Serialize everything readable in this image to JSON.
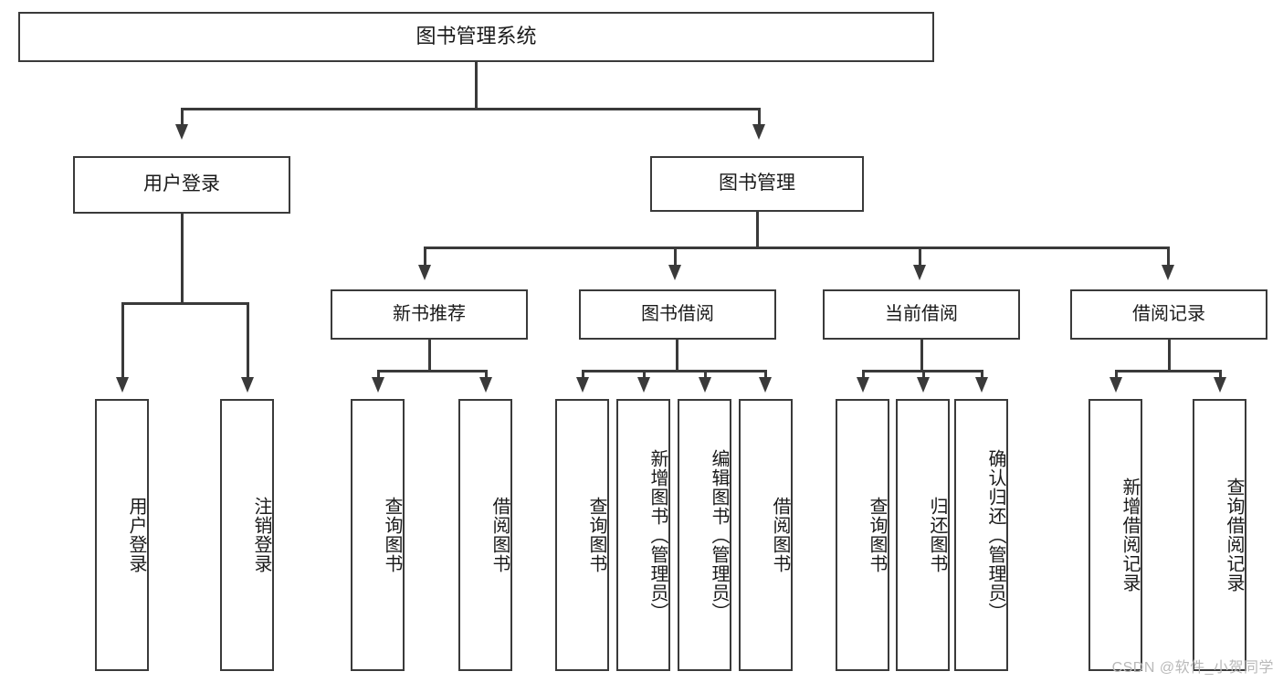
{
  "diagram": {
    "type": "tree-hierarchy-chart",
    "title": "图书管理系统",
    "root": {
      "label": "图书管理系统"
    },
    "level1": [
      {
        "id": "user-login",
        "label": "用户登录"
      },
      {
        "id": "book-management",
        "label": "图书管理"
      }
    ],
    "level2": [
      {
        "id": "new-book-recommend",
        "label": "新书推荐",
        "parent": "book-management"
      },
      {
        "id": "book-borrow",
        "label": "图书借阅",
        "parent": "book-management"
      },
      {
        "id": "current-borrow",
        "label": "当前借阅",
        "parent": "book-management"
      },
      {
        "id": "borrow-record",
        "label": "借阅记录",
        "parent": "book-management"
      }
    ],
    "leaves": {
      "user-login": [
        {
          "id": "leaf-user-login",
          "label": "用户登录"
        },
        {
          "id": "leaf-user-logout",
          "label": "注销登录"
        }
      ],
      "new-book-recommend": [
        {
          "id": "leaf-query-book-1",
          "label": "查询图书"
        },
        {
          "id": "leaf-borrow-book-1",
          "label": "借阅图书"
        }
      ],
      "book-borrow": [
        {
          "id": "leaf-query-book-2",
          "label": "查询图书"
        },
        {
          "id": "leaf-add-book",
          "label": "新增图书（管理员）"
        },
        {
          "id": "leaf-edit-book",
          "label": "编辑图书（管理员）"
        },
        {
          "id": "leaf-borrow-book-2",
          "label": "借阅图书"
        }
      ],
      "current-borrow": [
        {
          "id": "leaf-query-book-3",
          "label": "查询图书"
        },
        {
          "id": "leaf-return-book",
          "label": "归还图书"
        },
        {
          "id": "leaf-confirm-return",
          "label": "确认归还（管理员）"
        }
      ],
      "borrow-record": [
        {
          "id": "leaf-add-record",
          "label": "新增借阅记录"
        },
        {
          "id": "leaf-query-record",
          "label": "查询借阅记录"
        }
      ]
    }
  },
  "watermark": {
    "text": "CSDN @软件_小贺同学"
  },
  "colors": {
    "stroke": "#3a3a3a",
    "background": "#ffffff",
    "text": "#1a1a1a",
    "watermark": "#b9b9b9"
  }
}
